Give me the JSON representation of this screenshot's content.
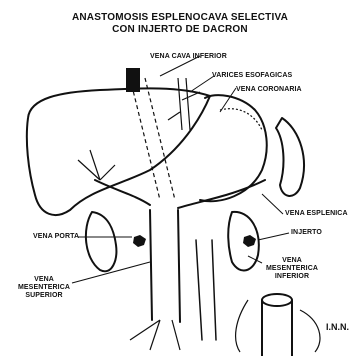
{
  "title_line1": "ANASTOMOSIS ESPLENOCAVA SELECTIVA",
  "title_line2": "CON INJERTO DE DACRON",
  "labels": {
    "vena_cava_inferior": "VENA CAVA INFERIOR",
    "varices_esofagicas": "VARICES ESOFAGICAS",
    "vena_coronaria": "VENA CORONARIA",
    "vena_esplenica": "VENA ESPLENICA",
    "vena_porta": "VENA PORTA",
    "injerto": "INJERTO",
    "vena_mesenterica_inferior_1": "VENA",
    "vena_mesenterica_inferior_2": "MESENTERICA",
    "vena_mesenterica_inferior_3": "INFERIOR",
    "vena_mesenterica_superior_1": "VENA",
    "vena_mesenterica_superior_2": "MESENTERICA",
    "vena_mesenterica_superior_3": "SUPERIOR"
  },
  "credit": "I.N.N."
}
